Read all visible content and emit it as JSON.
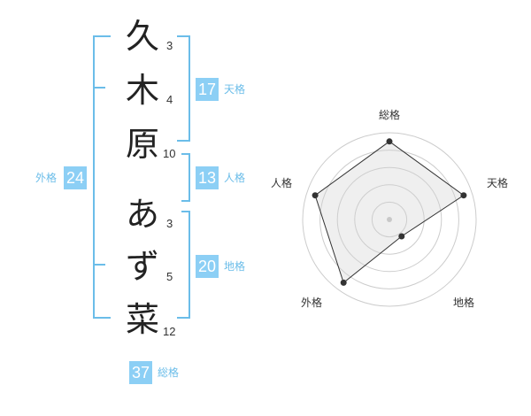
{
  "characters": [
    {
      "char": "久",
      "strokes": "3"
    },
    {
      "char": "木",
      "strokes": "4"
    },
    {
      "char": "原",
      "strokes": "10"
    },
    {
      "char": "あ",
      "strokes": "3"
    },
    {
      "char": "ず",
      "strokes": "5"
    },
    {
      "char": "菜",
      "strokes": "12"
    }
  ],
  "fortunes": {
    "tenkaku": {
      "label": "天格",
      "value": "17"
    },
    "jinkaku": {
      "label": "人格",
      "value": "13"
    },
    "chikaku": {
      "label": "地格",
      "value": "20"
    },
    "gaikaku": {
      "label": "外格",
      "value": "24"
    },
    "soukaku": {
      "label": "総格",
      "value": "37"
    }
  },
  "colors": {
    "accent": "#8ccff5",
    "bracket": "#6bbde9"
  },
  "chart_data": {
    "type": "radar",
    "axes": [
      "総格",
      "天格",
      "地格",
      "外格",
      "人格"
    ],
    "rings": 5,
    "values": [
      4.5,
      4.5,
      1.2,
      4.5,
      4.5
    ],
    "max": 5
  }
}
